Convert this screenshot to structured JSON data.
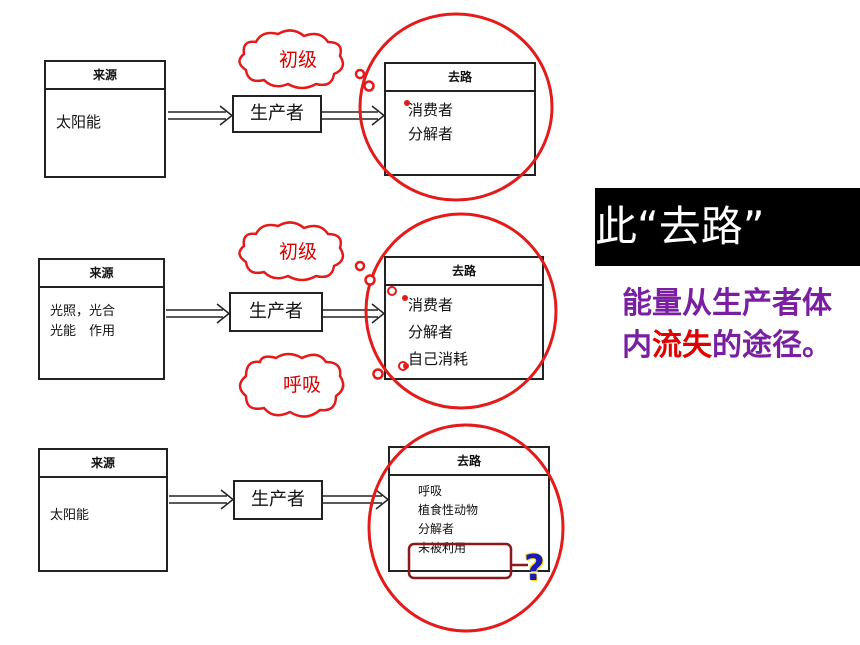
{
  "rows": [
    {
      "source": {
        "title": "来源",
        "lines": [
          "太阳能"
        ]
      },
      "producer": "生产者",
      "dest": {
        "title": "去路",
        "lines": [
          "消费者",
          "分解者"
        ]
      },
      "clouds": [
        "初级"
      ]
    },
    {
      "source": {
        "title": "来源",
        "lines": [
          "光照，光合",
          "光能　作用"
        ]
      },
      "producer": "生产者",
      "dest": {
        "title": "去路",
        "lines": [
          "消费者",
          "分解者",
          "自己消耗"
        ]
      },
      "clouds": [
        "初级",
        "呼吸"
      ]
    },
    {
      "source": {
        "title": "来源",
        "lines": [
          "太阳能"
        ]
      },
      "producer": "生产者",
      "dest": {
        "title": "去路",
        "lines": [
          "呼吸",
          "植食性动物",
          "分解者",
          "未被利用"
        ]
      },
      "clouds": []
    }
  ],
  "side": {
    "heading": "此“去路”",
    "text_part1": "能量从生产者体内",
    "text_highlight": "流失",
    "text_part2": "的途径。"
  },
  "question_mark": "?",
  "colors": {
    "accent_red": "#e00000",
    "purple": "#7a1fa2",
    "circle_red": "#e31b1b"
  }
}
